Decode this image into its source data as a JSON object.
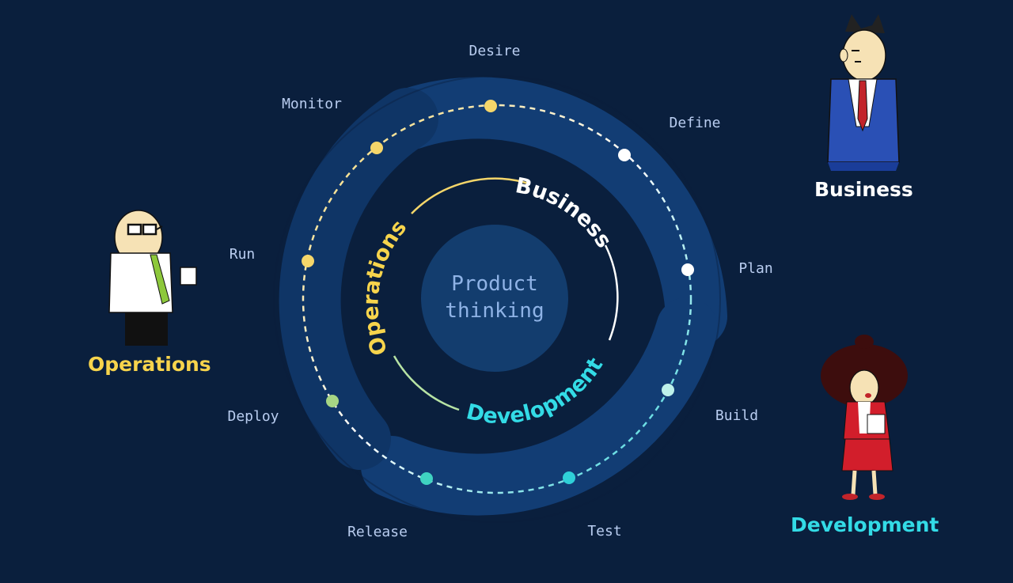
{
  "center": {
    "line1": "Product",
    "line2": "thinking"
  },
  "arcs": {
    "business": "Business",
    "development": "Development",
    "operations": "Operations"
  },
  "stages": [
    {
      "label": "Desire",
      "color": "#f5d66a"
    },
    {
      "label": "Define",
      "color": "#ffffff"
    },
    {
      "label": "Plan",
      "color": "#ffffff"
    },
    {
      "label": "Build",
      "color": "#bdf1ea"
    },
    {
      "label": "Test",
      "color": "#2fd0d8"
    },
    {
      "label": "Release",
      "color": "#3fd3c1"
    },
    {
      "label": "Deploy",
      "color": "#a6d684"
    },
    {
      "label": "Run",
      "color": "#f5d66a"
    },
    {
      "label": "Monitor",
      "color": "#f5d66a"
    }
  ],
  "roles": {
    "business": {
      "label": "Business",
      "color": "#ffffff"
    },
    "operations": {
      "label": "Operations",
      "color": "#f7d44c"
    },
    "development": {
      "label": "Development",
      "color": "#33dbe6"
    }
  },
  "colors": {
    "background": "#0a1f3d",
    "ring": "#123d74",
    "center_disc": "#133d6e",
    "business": "#ffffff",
    "development": "#33dbe6",
    "operations": "#f7d44c"
  }
}
